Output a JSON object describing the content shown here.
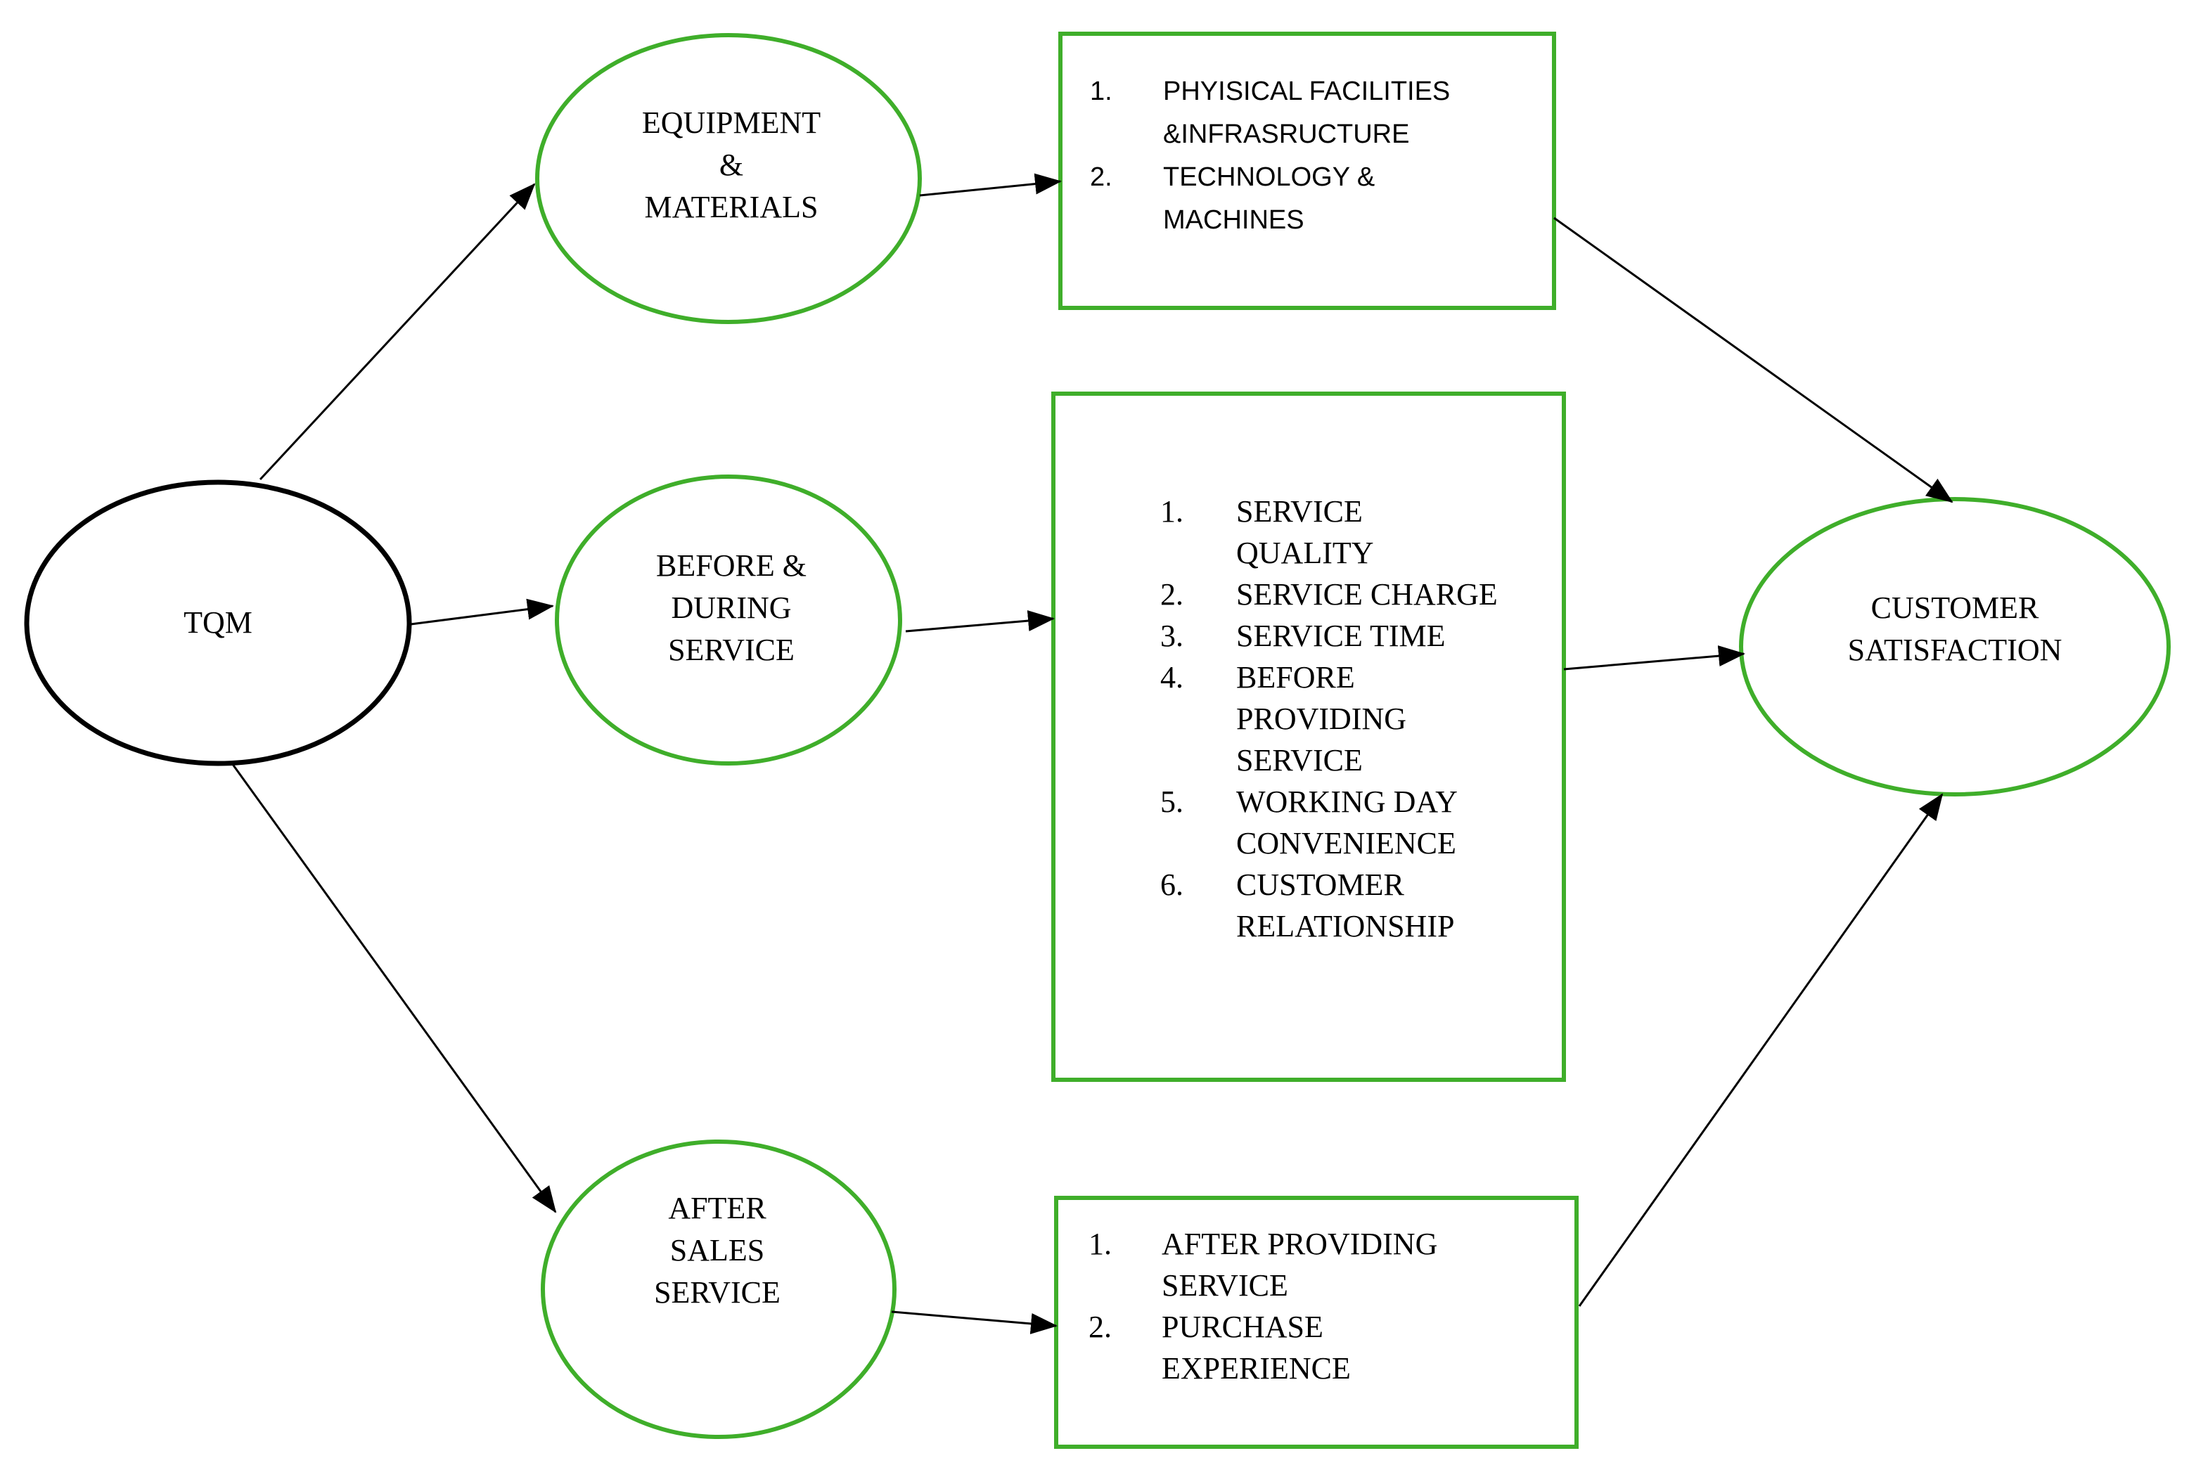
{
  "nodes": {
    "tqm": "TQM",
    "equipment": [
      "EQUIPMENT",
      "&",
      "MATERIALS"
    ],
    "before_during": [
      "BEFORE &",
      "DURING",
      "SERVICE"
    ],
    "after_sales": [
      "AFTER",
      "SALES",
      "SERVICE"
    ],
    "customer_satisfaction": [
      "CUSTOMER",
      "SATISFACTION"
    ]
  },
  "boxes": {
    "equipment_factors": [
      {
        "num": "1.",
        "lines": [
          "PHYISICAL FACILITIES",
          "&INFRASRUCTURE"
        ]
      },
      {
        "num": "2.",
        "lines": [
          "TECHNOLOGY &",
          "MACHINES"
        ]
      }
    ],
    "service_factors": [
      {
        "num": "1.",
        "lines": [
          "SERVICE",
          "QUALITY"
        ]
      },
      {
        "num": "2.",
        "lines": [
          "SERVICE CHARGE"
        ]
      },
      {
        "num": "3.",
        "lines": [
          "SERVICE TIME"
        ]
      },
      {
        "num": "4.",
        "lines": [
          "BEFORE",
          "PROVIDING",
          "SERVICE"
        ]
      },
      {
        "num": "5.",
        "lines": [
          "WORKING DAY",
          "CONVENIENCE"
        ]
      },
      {
        "num": "6.",
        "lines": [
          "CUSTOMER",
          "RELATIONSHIP"
        ]
      }
    ],
    "after_sales_factors": [
      {
        "num": "1.",
        "lines": [
          "AFTER PROVIDING",
          "SERVICE"
        ]
      },
      {
        "num": "2.",
        "lines": [
          "PURCHASE",
          "EXPERIENCE"
        ]
      }
    ]
  },
  "colors": {
    "node_border": "#3fae2a",
    "tqm_border": "#000000",
    "arrow": "#000000"
  }
}
